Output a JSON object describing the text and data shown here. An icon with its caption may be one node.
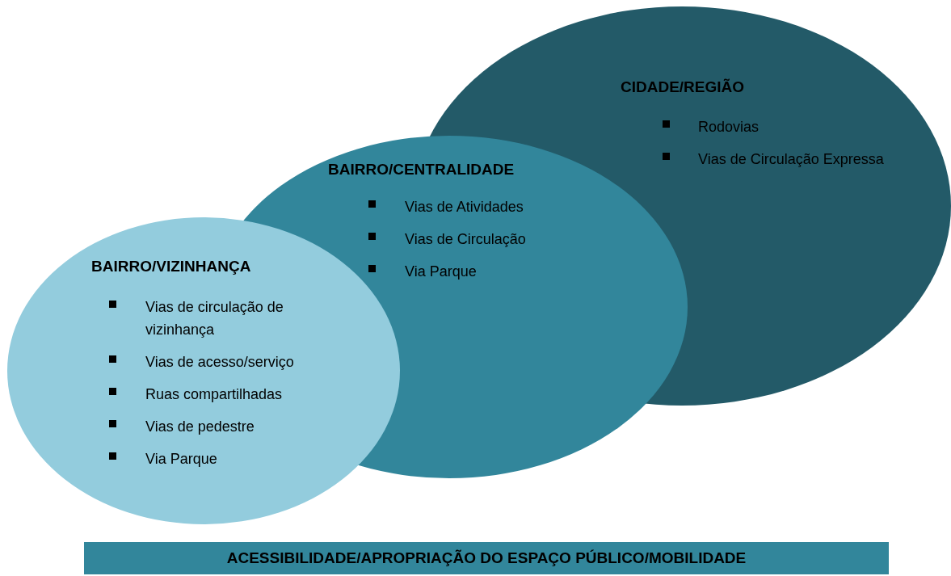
{
  "diagram": {
    "nodes": [
      {
        "text": [
          "CIDADE/REGIÃO",
          "Rodovias",
          "Vias de Circulação Expressa"
        ]
      },
      {
        "text": [
          "BAIRRO/CENTRALIDADE",
          "Vias de Atividades",
          "Vias de Circulação",
          "Via Parque"
        ]
      },
      {
        "text": [
          "BAIRRO/VIZINHANÇA",
          "Vias de circulação de vizinhança",
          "Vias de acesso/serviço",
          "Ruas compartilhadas",
          "Vias de pedestre",
          "Via Parque"
        ]
      },
      {
        "text": [
          "ACESSIBILIDADE/APROPRIAÇÃO DO ESPAÇO PÚBLICO/MOBILIDADE"
        ]
      }
    ]
  }
}
